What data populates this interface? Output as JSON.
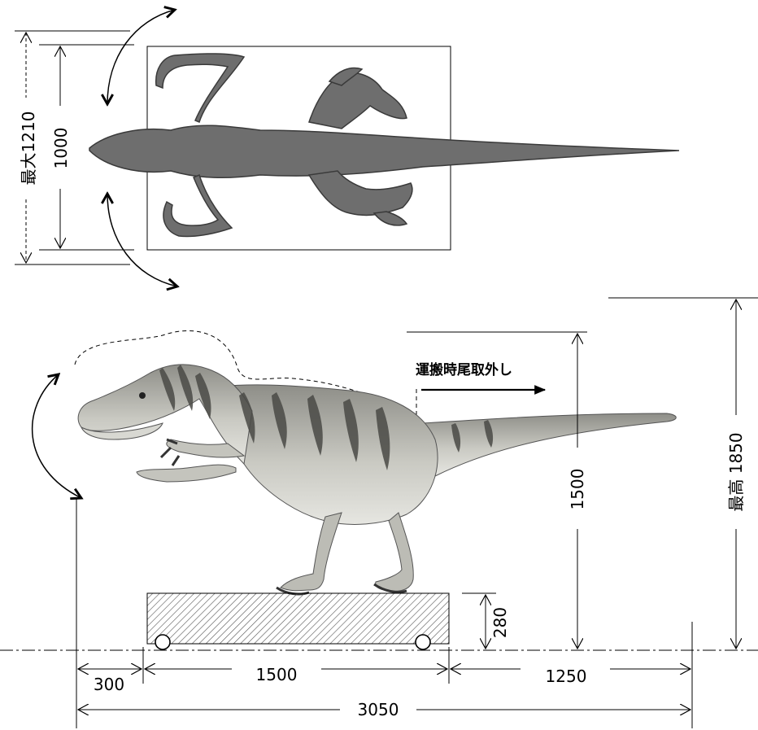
{
  "top_view": {
    "overall_width_label": "最大1210",
    "body_width_label": "1000"
  },
  "side_view": {
    "transport_note": "運搬時尾取外し",
    "height_label": "1500",
    "max_height_label": "最高 1850",
    "base_height_label": "280",
    "front_offset_label": "300",
    "base_length_label": "1500",
    "rear_offset_label": "1250",
    "total_length_label": "3050"
  },
  "colors": {
    "silhouette": "#6e6e6e",
    "silhouette_outline": "#3a3a3a",
    "dino_body": "#bdbdb6",
    "dino_dark": "#4a4a46",
    "hatch": "#555555"
  },
  "icons": {
    "rotation_arrows": "curved-double-arrow-icon",
    "tail_arrow": "arrow-right-icon",
    "wheels": "wheel-icon"
  }
}
